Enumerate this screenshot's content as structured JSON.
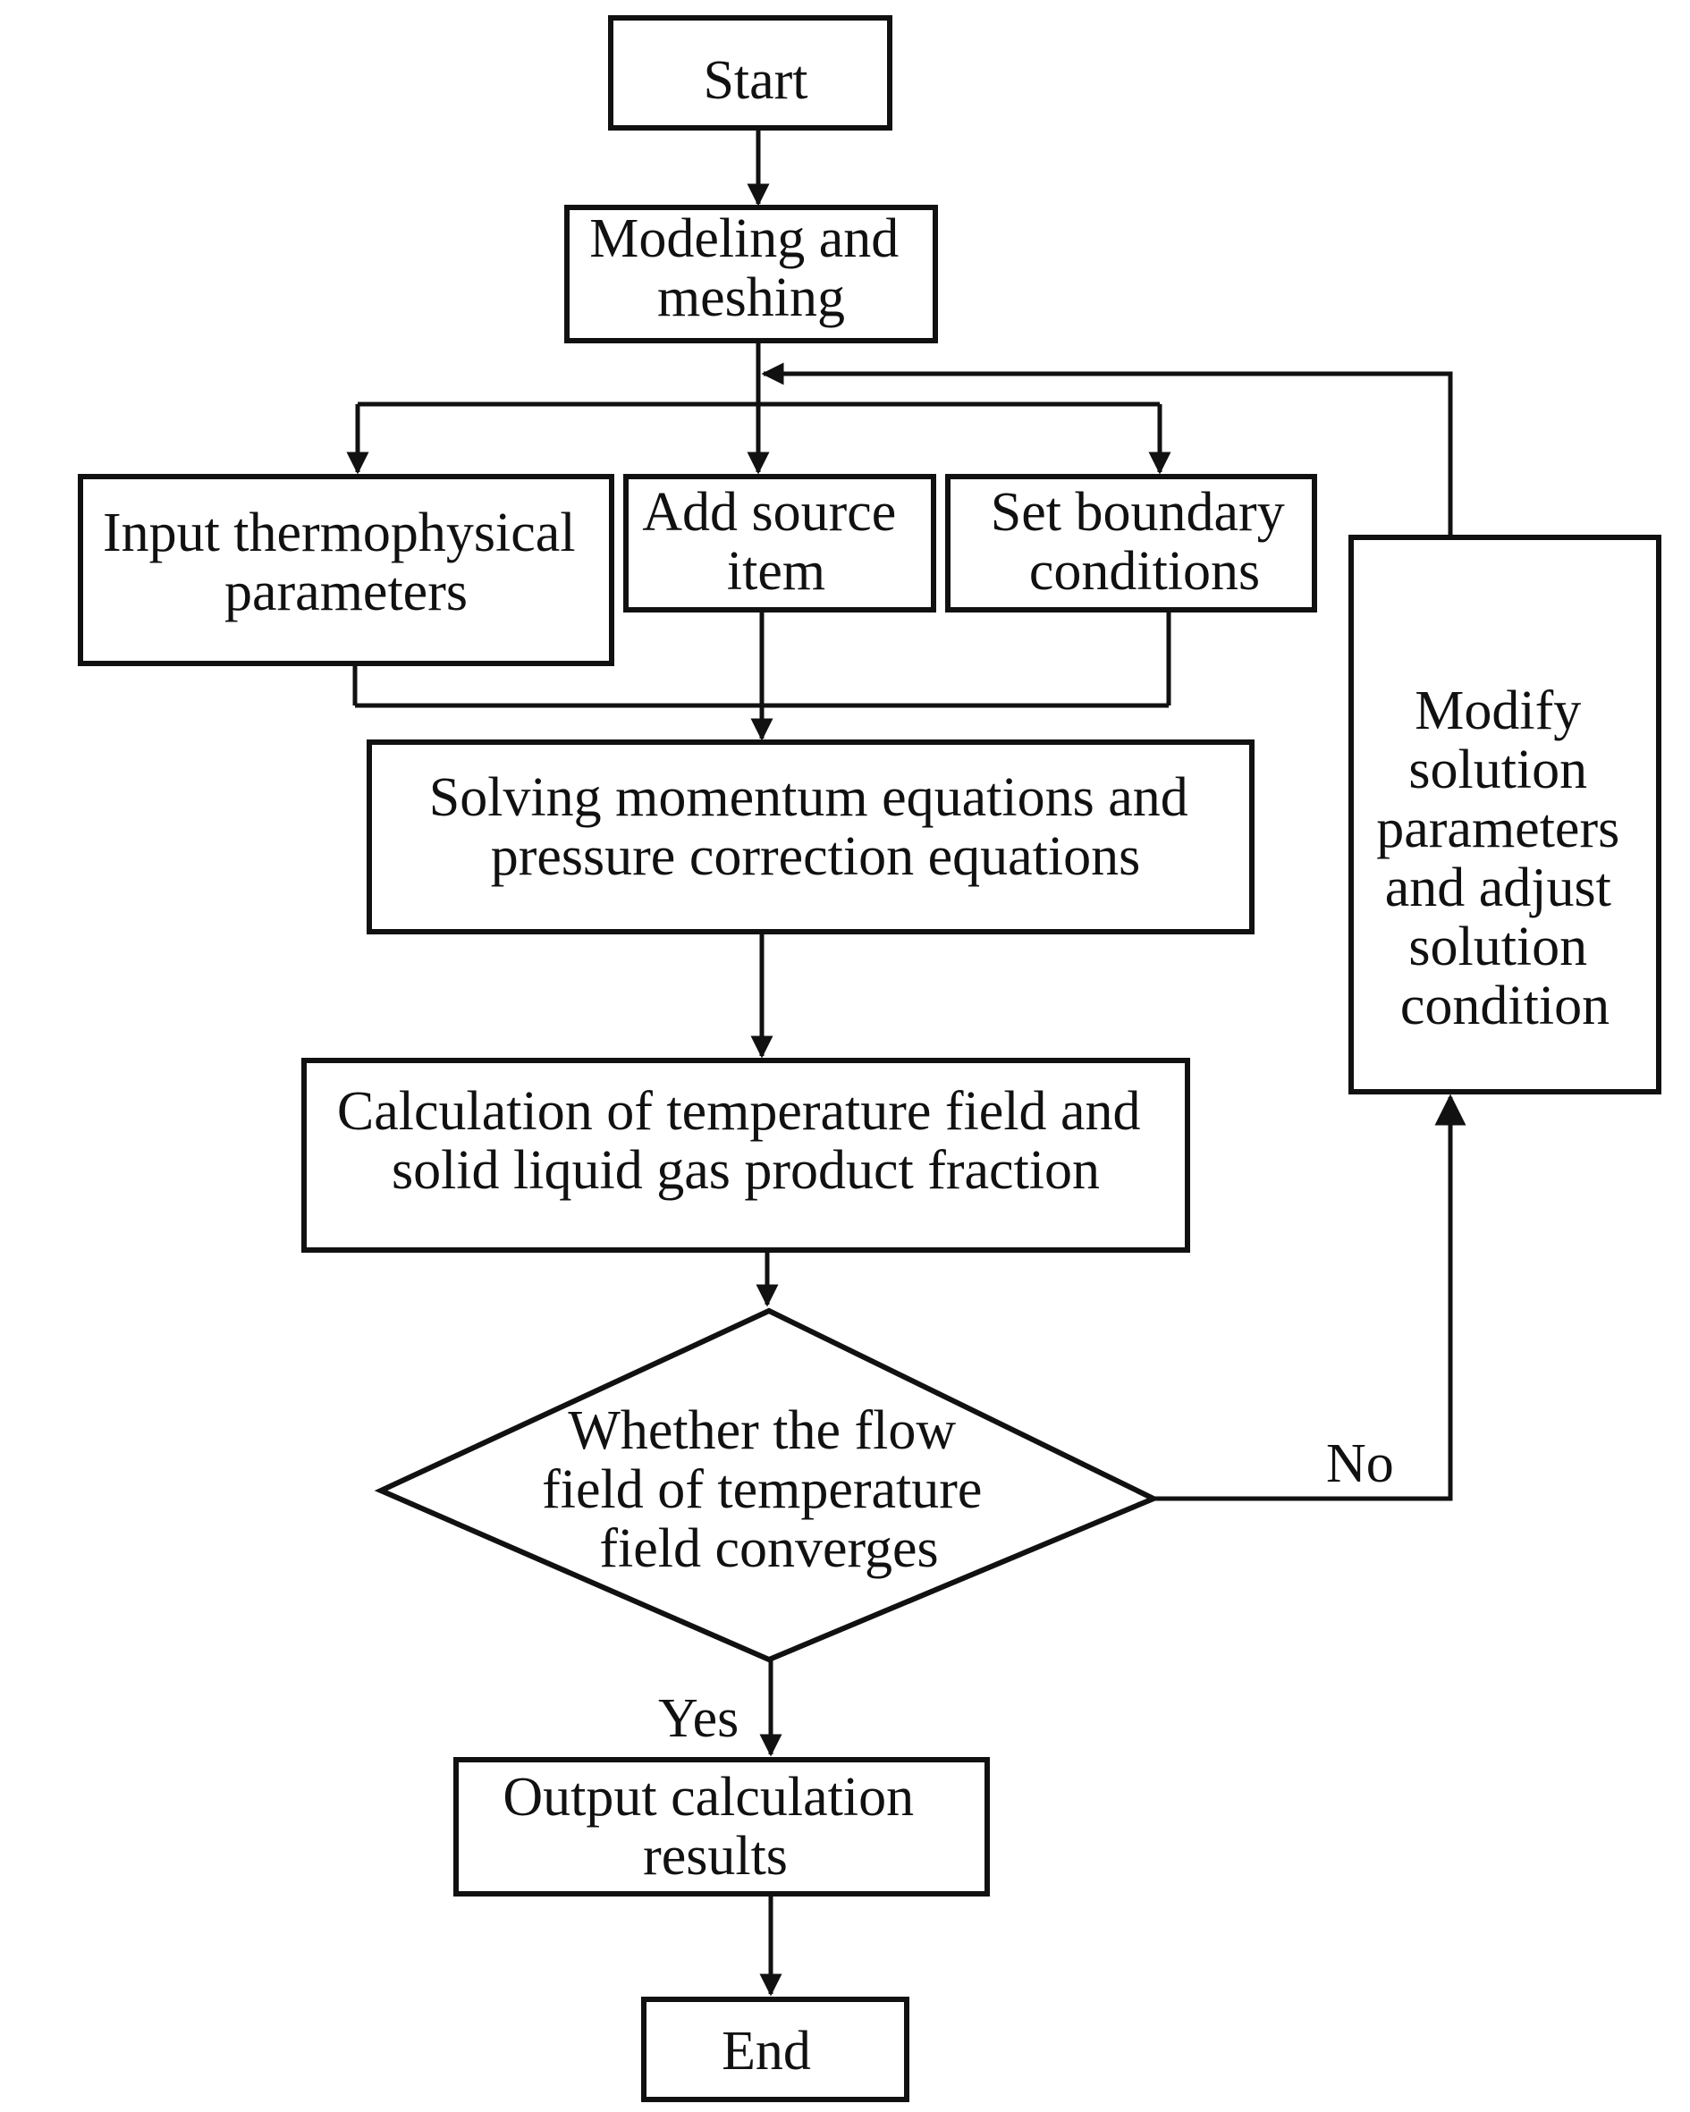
{
  "diagram": {
    "nodes": {
      "start": {
        "lines": [
          "Start"
        ]
      },
      "modeling": {
        "lines": [
          "Modeling and",
          "meshing"
        ]
      },
      "input_params": {
        "lines": [
          "Input thermophysical",
          "parameters"
        ]
      },
      "add_source": {
        "lines": [
          "Add source",
          "item"
        ]
      },
      "boundary": {
        "lines": [
          "Set boundary",
          "conditions"
        ]
      },
      "modify": {
        "lines": [
          "Modify",
          "solution",
          "parameters",
          "and adjust",
          "solution",
          "condition"
        ]
      },
      "solving": {
        "lines": [
          "Solving momentum equations and",
          "pressure correction equations"
        ]
      },
      "calculation": {
        "lines": [
          "Calculation of temperature field and",
          "solid liquid gas product fraction"
        ]
      },
      "decision": {
        "lines": [
          "Whether the flow",
          "field of temperature",
          "field converges"
        ]
      },
      "output": {
        "lines": [
          "Output calculation",
          "results"
        ]
      },
      "end": {
        "lines": [
          "End"
        ]
      }
    },
    "edge_labels": {
      "no": "No",
      "yes": "Yes"
    }
  }
}
